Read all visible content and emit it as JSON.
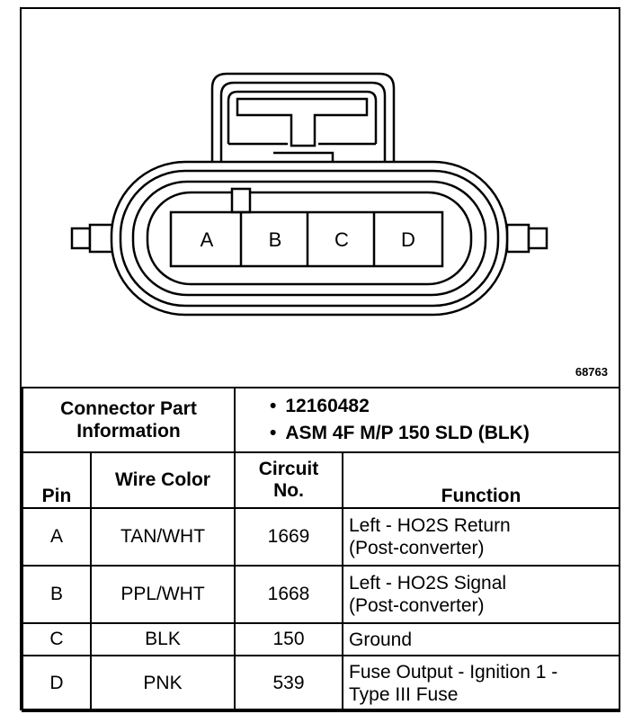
{
  "figure_id": "68763",
  "connector": {
    "pins": [
      "A",
      "B",
      "C",
      "D"
    ]
  },
  "part_info": {
    "label_line1": "Connector Part",
    "label_line2": "Information",
    "values": [
      "12160482",
      "ASM 4F M/P 150 SLD (BLK)"
    ]
  },
  "table": {
    "headers": {
      "pin": "Pin",
      "wire_color": "Wire Color",
      "circuit_line1": "Circuit",
      "circuit_line2": "No.",
      "function": "Function"
    },
    "rows": [
      {
        "pin": "A",
        "wire_color": "TAN/WHT",
        "circuit": "1669",
        "function_line1": "Left - HO2S Return",
        "function_line2": "(Post-converter)"
      },
      {
        "pin": "B",
        "wire_color": "PPL/WHT",
        "circuit": "1668",
        "function_line1": "Left - HO2S Signal",
        "function_line2": "(Post-converter)"
      },
      {
        "pin": "C",
        "wire_color": "BLK",
        "circuit": "150",
        "function_line1": "Ground",
        "function_line2": ""
      },
      {
        "pin": "D",
        "wire_color": "PNK",
        "circuit": "539",
        "function_line1": "Fuse Output - Ignition 1 -",
        "function_line2": "Type III Fuse"
      }
    ]
  }
}
